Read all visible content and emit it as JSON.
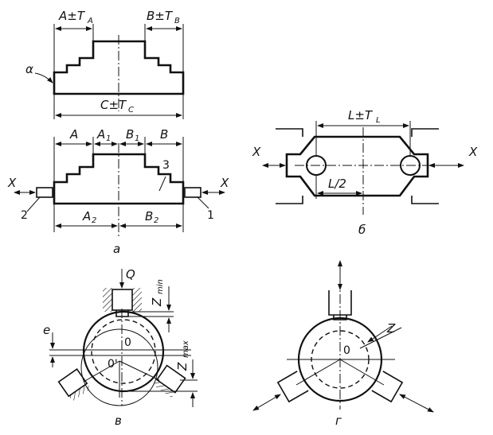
{
  "figure_a": {
    "top_left_dim": "A±T",
    "top_left_sub": "A",
    "top_right_dim": "B±T",
    "top_right_sub": "B",
    "overall_dim": "C±T",
    "overall_sub": "C",
    "surface_label": "α",
    "dim_A": "A",
    "dim_A1": "A",
    "dim_A1_sub": "1",
    "dim_B1": "B",
    "dim_B1_sub": "1",
    "dim_B": "B",
    "dim_A2": "A",
    "dim_A2_sub": "2",
    "dim_B2": "B",
    "dim_B2_sub": "2",
    "axis_left": "X",
    "axis_right": "X",
    "ref_1": "1",
    "ref_2": "2",
    "ref_3": "3",
    "caption": "а"
  },
  "figure_b": {
    "dim_L": "L±T",
    "dim_L_sub": "L",
    "dim_half": "L/2",
    "axis_left": "X",
    "axis_right": "X",
    "caption": "б"
  },
  "figure_v": {
    "force_label": "Q",
    "zmin_label": "Z",
    "zmin_sub": "min",
    "zmax_label": "Z",
    "zmax_sub": "max",
    "ecc_label": "e",
    "center_label": "0",
    "offset_center_label": "0'",
    "caption": "в"
  },
  "figure_g": {
    "z_label": "Z",
    "center_label": "0",
    "caption": "г"
  }
}
